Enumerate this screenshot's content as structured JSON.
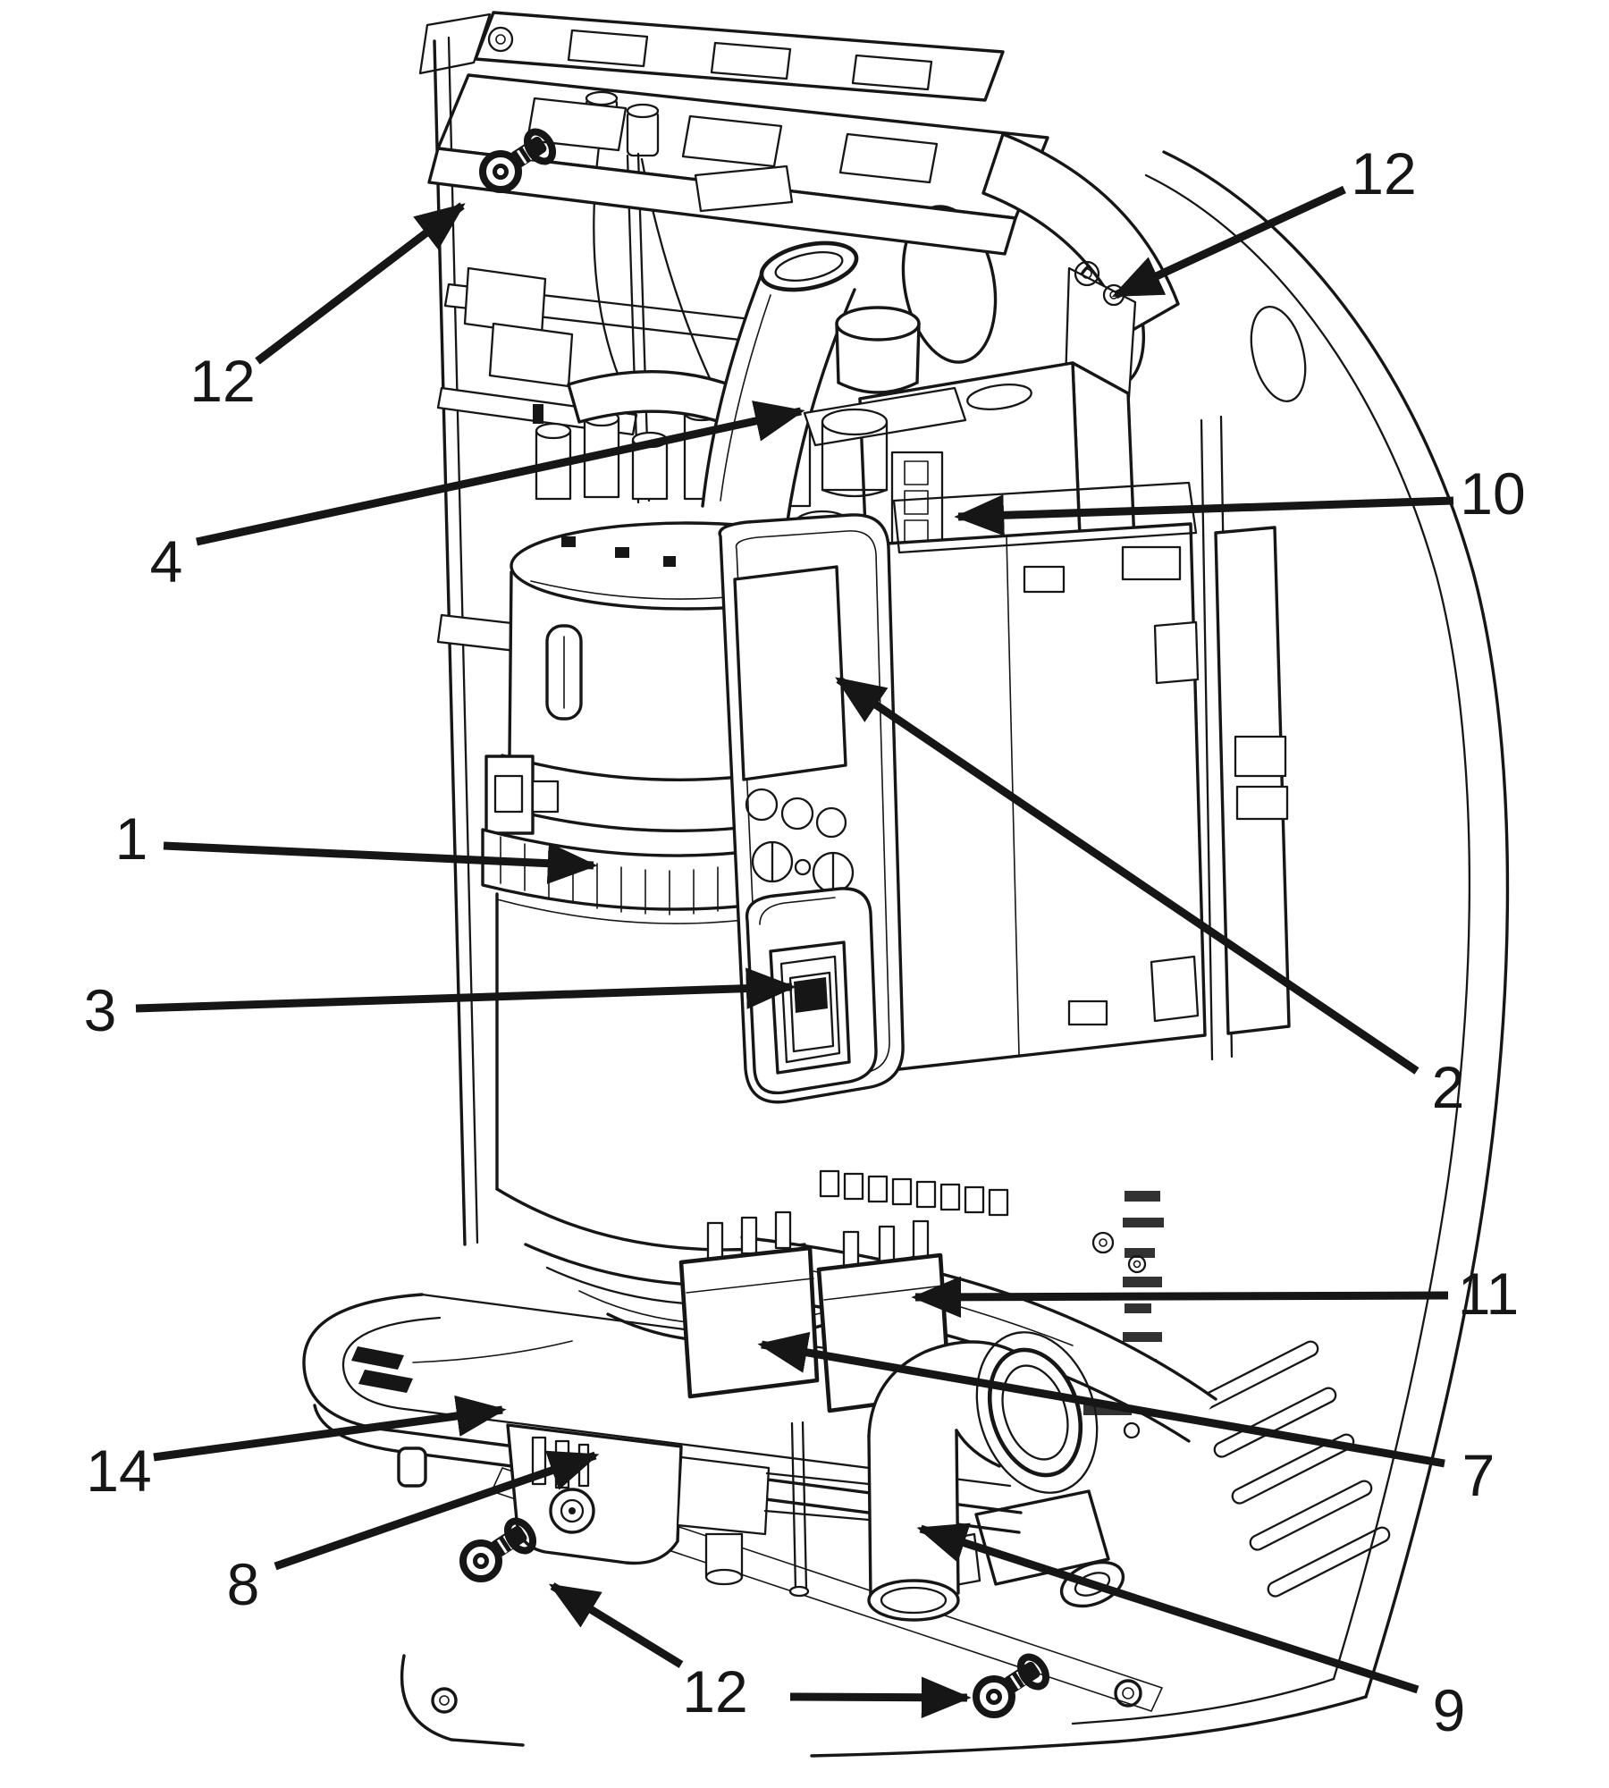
{
  "figure": {
    "type": "exploded-parts-line-drawing",
    "colors": {
      "ink": "#161616",
      "background": "#ffffff"
    },
    "callouts": {
      "c1": {
        "label": "1"
      },
      "c2": {
        "label": "2"
      },
      "c3": {
        "label": "3"
      },
      "c4": {
        "label": "4"
      },
      "c7": {
        "label": "7"
      },
      "c8": {
        "label": "8"
      },
      "c9": {
        "label": "9"
      },
      "c10": {
        "label": "10"
      },
      "c11": {
        "label": "11"
      },
      "c12_top_left": {
        "label": "12"
      },
      "c12_top_right": {
        "label": "12"
      },
      "c12_bottom": {
        "label": "12"
      },
      "c14": {
        "label": "14"
      }
    }
  }
}
